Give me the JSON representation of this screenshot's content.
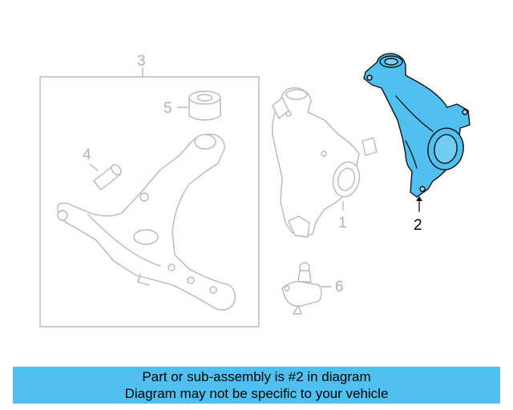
{
  "diagram": {
    "callouts": {
      "c1": "1",
      "c2": "2",
      "c3": "3",
      "c4": "4",
      "c5": "5",
      "c6": "6"
    },
    "highlighted_part": "2"
  },
  "colors": {
    "highlight": "#4fc0f0",
    "banner": "#4fc0f0",
    "ghost_stroke": "#b8b8b8"
  },
  "banner": {
    "line1": "Part or sub-assembly is #2 in diagram",
    "line2": "Diagram may not be specific to your vehicle"
  }
}
